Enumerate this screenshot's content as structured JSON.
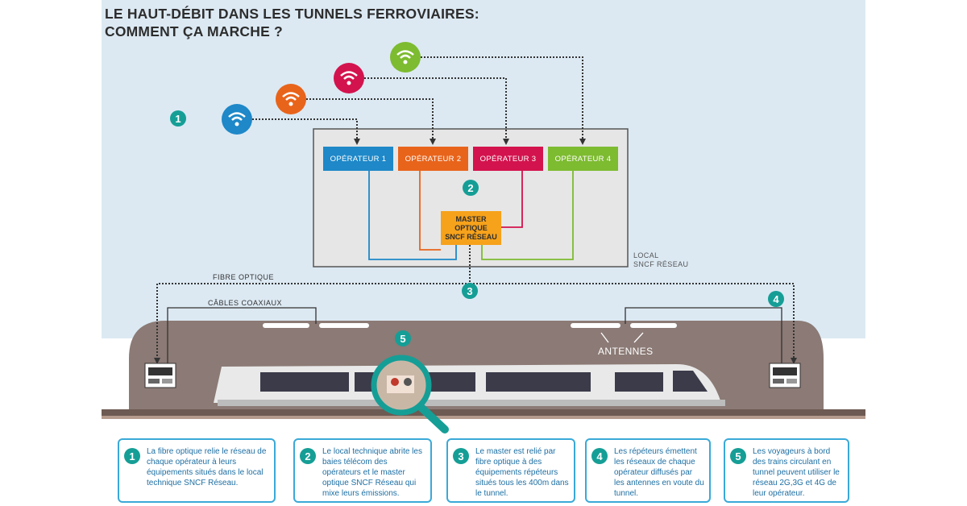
{
  "title": {
    "line1": "LE HAUT-DÉBIT DANS LES TUNNELS FERROVIAIRES:",
    "line2": "COMMENT ÇA MARCHE ?"
  },
  "colors": {
    "operator1": "#1e88c8",
    "operator2": "#e8641b",
    "operator3": "#d3134d",
    "operator4": "#7dbb30",
    "master": "#f6a21b",
    "step": "#159e96",
    "tunnel": "#8b7a75",
    "card_border": "#3aa9d8"
  },
  "operators": [
    {
      "label": "OPÉRATEUR 1"
    },
    {
      "label": "OPÉRATEUR 2"
    },
    {
      "label": "OPÉRATEUR 3"
    },
    {
      "label": "OPÉRATEUR 4"
    }
  ],
  "master": {
    "line1": "MASTER",
    "line2": "OPTIQUE",
    "line3": "SNCF RÉSEAU"
  },
  "local": {
    "line1": "LOCAL",
    "line2": "SNCF RÉSEAU"
  },
  "labels": {
    "fibre": "FIBRE OPTIQUE",
    "coax": "CÂBLES COAXIAUX",
    "antennes": "ANTENNES"
  },
  "steps": [
    "1",
    "2",
    "3",
    "4",
    "5"
  ],
  "icons": [
    "wifi-icon",
    "magnifier-icon",
    "repeater-icon",
    "train-icon"
  ],
  "cards": [
    {
      "num": "1",
      "text": "La fibre optique relie le réseau de chaque opérateur à leurs équipements situés dans le local technique SNCF Réseau."
    },
    {
      "num": "2",
      "text": "Le local technique abrite les baies télécom des opérateurs et le master optique SNCF Réseau qui mixe leurs émissions."
    },
    {
      "num": "3",
      "text": "Le master est relié par fibre optique à des équipements répéteurs situés tous les 400m dans le tunnel."
    },
    {
      "num": "4",
      "text": "Les répéteurs émettent les réseaux de chaque opérateur diffusés par les antennes en voute du tunnel."
    },
    {
      "num": "5",
      "text": "Les voyageurs à bord des trains circulant en tunnel peuvent utiliser le réseau 2G,3G et 4G de leur opérateur."
    }
  ]
}
